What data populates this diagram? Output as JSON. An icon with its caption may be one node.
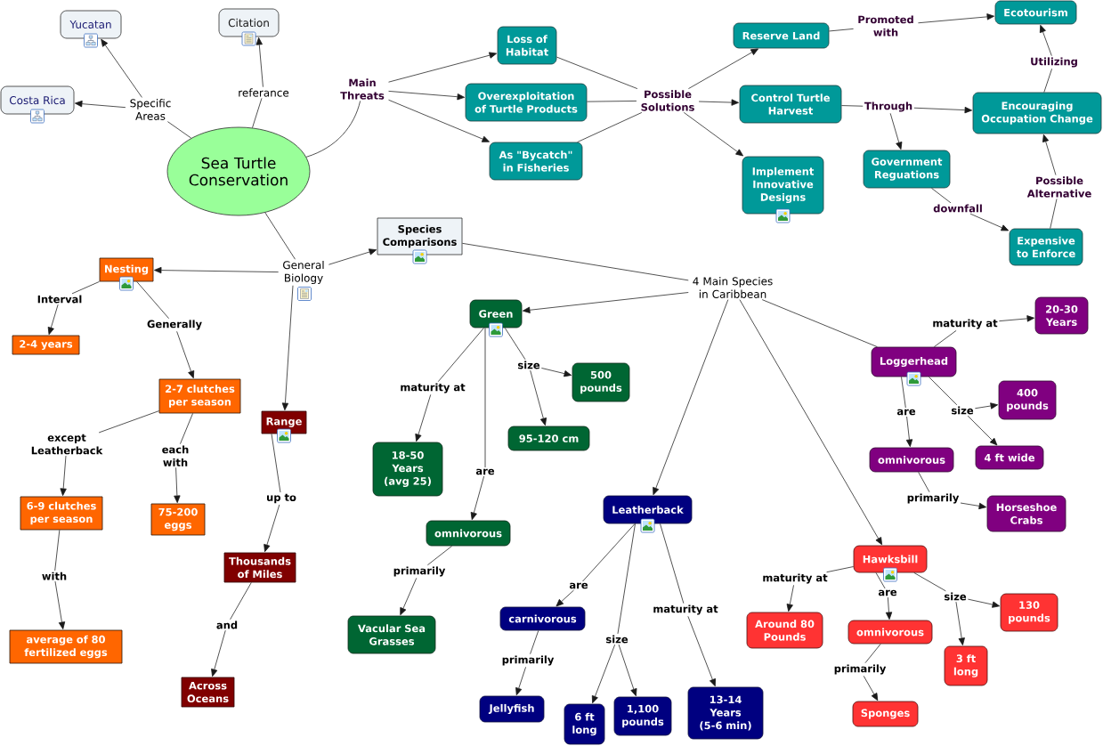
{
  "diagram": {
    "nodes": [
      {
        "text": [
          "Sea Turtle Conservation"
        ]
      },
      {
        "text": [
          "Specific Areas"
        ]
      },
      {
        "text": [
          "Yucatan"
        ]
      },
      {
        "text": [
          "Costa Rica"
        ]
      },
      {
        "text": [
          "referance"
        ]
      },
      {
        "text": [
          "Citation"
        ]
      },
      {
        "text": [
          "Main Threats"
        ]
      },
      {
        "text": [
          "Loss of Habitat"
        ]
      },
      {
        "text": [
          "Overexploitation of Turtle Products"
        ]
      },
      {
        "text": [
          "As \"Bycatch\" in Fisheries"
        ]
      },
      {
        "text": [
          "Possible Solutions"
        ]
      },
      {
        "text": [
          "Reserve Land"
        ]
      },
      {
        "text": [
          "Control Turtle Harvest"
        ]
      },
      {
        "text": [
          "Implement Innovative Designs"
        ]
      },
      {
        "text": [
          "Promoted with"
        ]
      },
      {
        "text": [
          "Ecotourism"
        ]
      },
      {
        "text": [
          "Through"
        ]
      },
      {
        "text": [
          "Encouraging Occupation Change"
        ]
      },
      {
        "text": [
          "Government Reguations"
        ]
      },
      {
        "text": [
          "Utilizing"
        ]
      },
      {
        "text": [
          "downfall"
        ]
      },
      {
        "text": [
          "Expensive to Enforce"
        ]
      },
      {
        "text": [
          "Possible Alternative"
        ]
      },
      {
        "text": [
          "General Biology"
        ]
      },
      {
        "text": [
          "Species Comparisons"
        ]
      },
      {
        "text": [
          "Nesting"
        ]
      },
      {
        "text": [
          "Range"
        ]
      },
      {
        "text": [
          "Interval"
        ]
      },
      {
        "text": [
          "2-4 years"
        ]
      },
      {
        "text": [
          "Generally"
        ]
      },
      {
        "text": [
          "2-7 clutches per season"
        ]
      },
      {
        "text": [
          "except Leatherback"
        ]
      },
      {
        "text": [
          "each with"
        ]
      },
      {
        "text": [
          "6-9 clutches per season"
        ]
      },
      {
        "text": [
          "75-200 eggs"
        ]
      },
      {
        "text": [
          "with"
        ]
      },
      {
        "text": [
          "average of 80 fertilized eggs"
        ]
      },
      {
        "text": [
          "up to"
        ]
      },
      {
        "text": [
          "Thousands of Miles"
        ]
      },
      {
        "text": [
          "and"
        ]
      },
      {
        "text": [
          "Across Oceans"
        ]
      },
      {
        "text": [
          "4 Main Species in Caribbean"
        ]
      },
      {
        "text": [
          "Green"
        ]
      },
      {
        "text": [
          "Leatherback"
        ]
      },
      {
        "text": [
          "Loggerhead"
        ]
      },
      {
        "text": [
          "Hawksbill"
        ]
      },
      {
        "text": [
          "maturity at"
        ]
      },
      {
        "text": [
          "18-50 Years (avg 25)"
        ]
      },
      {
        "text": [
          "are"
        ]
      },
      {
        "text": [
          "omnivorous"
        ]
      },
      {
        "text": [
          "primarily"
        ]
      },
      {
        "text": [
          "Vacular Sea Grasses"
        ]
      },
      {
        "text": [
          "size"
        ]
      },
      {
        "text": [
          "500 pounds"
        ]
      },
      {
        "text": [
          "95-120 cm"
        ]
      },
      {
        "text": [
          "are"
        ]
      },
      {
        "text": [
          "carnivorous"
        ]
      },
      {
        "text": [
          "primarily"
        ]
      },
      {
        "text": [
          "Jellyfish"
        ]
      },
      {
        "text": [
          "size"
        ]
      },
      {
        "text": [
          "6 ft long"
        ]
      },
      {
        "text": [
          "1,100 pounds"
        ]
      },
      {
        "text": [
          "maturity at"
        ]
      },
      {
        "text": [
          "13-14 Years (5-6 min)"
        ]
      },
      {
        "text": [
          "maturity at"
        ]
      },
      {
        "text": [
          "20-30 Years"
        ]
      },
      {
        "text": [
          "are"
        ]
      },
      {
        "text": [
          "omnivorous"
        ]
      },
      {
        "text": [
          "primarily"
        ]
      },
      {
        "text": [
          "Horseshoe Crabs"
        ]
      },
      {
        "text": [
          "size"
        ]
      },
      {
        "text": [
          "400 pounds"
        ]
      },
      {
        "text": [
          "4 ft wide"
        ]
      },
      {
        "text": [
          "maturity at"
        ]
      },
      {
        "text": [
          "Around 80 Pounds"
        ]
      },
      {
        "text": [
          "are"
        ]
      },
      {
        "text": [
          "omnivorous"
        ]
      },
      {
        "text": [
          "primarily"
        ]
      },
      {
        "text": [
          "Sponges"
        ]
      },
      {
        "text": [
          "size"
        ]
      },
      {
        "text": [
          "130 pounds"
        ]
      },
      {
        "text": [
          "3 ft long"
        ]
      }
    ],
    "edges": [
      {
        "from": 0,
        "to": 1,
        "arrow": "none"
      },
      {
        "from": 1,
        "to": 2,
        "arrow": "to"
      },
      {
        "from": 1,
        "to": 3,
        "arrow": "to"
      },
      {
        "from": 0,
        "to": 4,
        "arrow": "none"
      },
      {
        "from": 4,
        "to": 5,
        "arrow": "to"
      },
      {
        "from": 0,
        "to": 6,
        "arrow": "none"
      },
      {
        "from": 6,
        "to": 7,
        "arrow": "to"
      },
      {
        "from": 6,
        "to": 8,
        "arrow": "to"
      },
      {
        "from": 6,
        "to": 9,
        "arrow": "to"
      },
      {
        "from": 7,
        "to": 10,
        "arrow": "none"
      },
      {
        "from": 8,
        "to": 10,
        "arrow": "none"
      },
      {
        "from": 9,
        "to": 10,
        "arrow": "none"
      },
      {
        "from": 10,
        "to": 11,
        "arrow": "to"
      },
      {
        "from": 10,
        "to": 12,
        "arrow": "to"
      },
      {
        "from": 10,
        "to": 13,
        "arrow": "to"
      },
      {
        "from": 11,
        "to": 14,
        "arrow": "none"
      },
      {
        "from": 14,
        "to": 15,
        "arrow": "to"
      },
      {
        "from": 12,
        "to": 16,
        "arrow": "none"
      },
      {
        "from": 16,
        "to": 17,
        "arrow": "to"
      },
      {
        "from": 16,
        "to": 18,
        "arrow": "to"
      },
      {
        "from": 17,
        "to": 19,
        "arrow": "none"
      },
      {
        "from": 19,
        "to": 15,
        "arrow": "to"
      },
      {
        "from": 18,
        "to": 20,
        "arrow": "none"
      },
      {
        "from": 20,
        "to": 21,
        "arrow": "to"
      },
      {
        "from": 21,
        "to": 22,
        "arrow": "none"
      },
      {
        "from": 22,
        "to": 17,
        "arrow": "to"
      },
      {
        "from": 0,
        "to": 23,
        "arrow": "none"
      },
      {
        "from": 23,
        "to": 24,
        "arrow": "to"
      },
      {
        "from": 23,
        "to": 25,
        "arrow": "to"
      },
      {
        "from": 23,
        "to": 26,
        "arrow": "to"
      },
      {
        "from": 25,
        "to": 27,
        "arrow": "none"
      },
      {
        "from": 27,
        "to": 28,
        "arrow": "to"
      },
      {
        "from": 25,
        "to": 29,
        "arrow": "none"
      },
      {
        "from": 29,
        "to": 30,
        "arrow": "to"
      },
      {
        "from": 30,
        "to": 31,
        "arrow": "none"
      },
      {
        "from": 31,
        "to": 33,
        "arrow": "to"
      },
      {
        "from": 30,
        "to": 32,
        "arrow": "none"
      },
      {
        "from": 32,
        "to": 34,
        "arrow": "to"
      },
      {
        "from": 33,
        "to": 35,
        "arrow": "none"
      },
      {
        "from": 35,
        "to": 36,
        "arrow": "to"
      },
      {
        "from": 26,
        "to": 37,
        "arrow": "none"
      },
      {
        "from": 37,
        "to": 38,
        "arrow": "to"
      },
      {
        "from": 38,
        "to": 39,
        "arrow": "none"
      },
      {
        "from": 39,
        "to": 40,
        "arrow": "to"
      },
      {
        "from": 24,
        "to": 41,
        "arrow": "none"
      },
      {
        "from": 41,
        "to": 42,
        "arrow": "to"
      },
      {
        "from": 41,
        "to": 43,
        "arrow": "to"
      },
      {
        "from": 41,
        "to": 44,
        "arrow": "none"
      },
      {
        "from": 41,
        "to": 45,
        "arrow": "to"
      },
      {
        "from": 42,
        "to": 46,
        "arrow": "none"
      },
      {
        "from": 46,
        "to": 47,
        "arrow": "to"
      },
      {
        "from": 42,
        "to": 48,
        "arrow": "none"
      },
      {
        "from": 48,
        "to": 49,
        "arrow": "to"
      },
      {
        "from": 49,
        "to": 50,
        "arrow": "none"
      },
      {
        "from": 50,
        "to": 51,
        "arrow": "to"
      },
      {
        "from": 42,
        "to": 52,
        "arrow": "none"
      },
      {
        "from": 52,
        "to": 53,
        "arrow": "to"
      },
      {
        "from": 52,
        "to": 54,
        "arrow": "to"
      },
      {
        "from": 43,
        "to": 55,
        "arrow": "none"
      },
      {
        "from": 55,
        "to": 56,
        "arrow": "to"
      },
      {
        "from": 56,
        "to": 57,
        "arrow": "none"
      },
      {
        "from": 57,
        "to": 58,
        "arrow": "to"
      },
      {
        "from": 43,
        "to": 59,
        "arrow": "none"
      },
      {
        "from": 59,
        "to": 60,
        "arrow": "to"
      },
      {
        "from": 59,
        "to": 61,
        "arrow": "to"
      },
      {
        "from": 43,
        "to": 62,
        "arrow": "none"
      },
      {
        "from": 62,
        "to": 63,
        "arrow": "to"
      },
      {
        "from": 44,
        "to": 64,
        "arrow": "none"
      },
      {
        "from": 64,
        "to": 65,
        "arrow": "to"
      },
      {
        "from": 44,
        "to": 66,
        "arrow": "none"
      },
      {
        "from": 66,
        "to": 67,
        "arrow": "to"
      },
      {
        "from": 67,
        "to": 68,
        "arrow": "none"
      },
      {
        "from": 68,
        "to": 69,
        "arrow": "to"
      },
      {
        "from": 44,
        "to": 70,
        "arrow": "none"
      },
      {
        "from": 70,
        "to": 71,
        "arrow": "to"
      },
      {
        "from": 70,
        "to": 72,
        "arrow": "to"
      },
      {
        "from": 45,
        "to": 73,
        "arrow": "none"
      },
      {
        "from": 73,
        "to": 74,
        "arrow": "to"
      },
      {
        "from": 45,
        "to": 75,
        "arrow": "none"
      },
      {
        "from": 75,
        "to": 76,
        "arrow": "to"
      },
      {
        "from": 76,
        "to": 77,
        "arrow": "none"
      },
      {
        "from": 77,
        "to": 78,
        "arrow": "to"
      },
      {
        "from": 45,
        "to": 79,
        "arrow": "none"
      },
      {
        "from": 79,
        "to": 80,
        "arrow": "to"
      },
      {
        "from": 79,
        "to": 81,
        "arrow": "to"
      }
    ]
  }
}
